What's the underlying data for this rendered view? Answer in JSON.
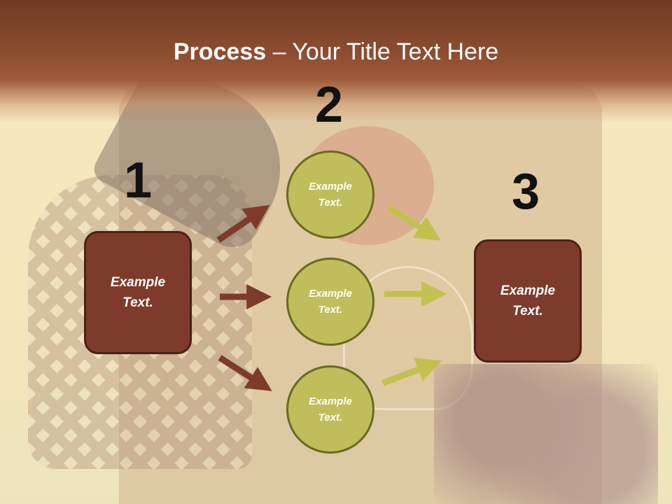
{
  "title": {
    "bold": "Process",
    "rest": " – Your Title Text Here"
  },
  "steps": {
    "one": "1",
    "two": "2",
    "three": "3"
  },
  "left_box": {
    "line1": "Example",
    "line2": "Text."
  },
  "right_box": {
    "line1": "Example",
    "line2": "Text."
  },
  "circles": [
    {
      "line1": "Example",
      "line2": "Text."
    },
    {
      "line1": "Example",
      "line2": "Text."
    },
    {
      "line1": "Example",
      "line2": "Text."
    }
  ],
  "colors": {
    "box": "#7e3b2b",
    "circle": "#bfbe5b",
    "arrow_left": "#7e3b2b",
    "arrow_right": "#c2c150",
    "title_band": "#8c4b2e"
  }
}
